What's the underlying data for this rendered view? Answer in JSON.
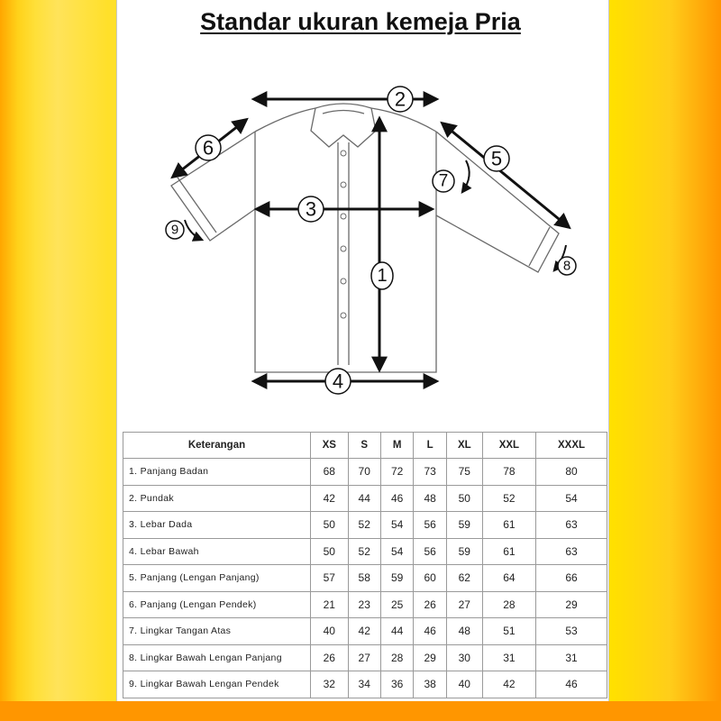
{
  "title": "Standar ukuran kemeja Pria",
  "markers": [
    "1",
    "2",
    "3",
    "4",
    "5",
    "6",
    "7",
    "8",
    "9"
  ],
  "table": {
    "header_label": "Keterangan",
    "sizes": [
      "XS",
      "S",
      "M",
      "L",
      "XL",
      "XXL",
      "XXXL"
    ],
    "rows": [
      {
        "label": "1. Panjang Badan",
        "values": [
          "68",
          "70",
          "72",
          "73",
          "75",
          "78",
          "80"
        ]
      },
      {
        "label": "2. Pundak",
        "values": [
          "42",
          "44",
          "46",
          "48",
          "50",
          "52",
          "54"
        ]
      },
      {
        "label": "3. Lebar Dada",
        "values": [
          "50",
          "52",
          "54",
          "56",
          "59",
          "61",
          "63"
        ]
      },
      {
        "label": "4. Lebar Bawah",
        "values": [
          "50",
          "52",
          "54",
          "56",
          "59",
          "61",
          "63"
        ]
      },
      {
        "label": "5. Panjang (Lengan Panjang)",
        "values": [
          "57",
          "58",
          "59",
          "60",
          "62",
          "64",
          "66"
        ]
      },
      {
        "label": "6. Panjang (Lengan Pendek)",
        "values": [
          "21",
          "23",
          "25",
          "26",
          "27",
          "28",
          "29"
        ]
      },
      {
        "label": "7. Lingkar Tangan Atas",
        "values": [
          "40",
          "42",
          "44",
          "46",
          "48",
          "51",
          "53"
        ]
      },
      {
        "label": "8. Lingkar Bawah Lengan Panjang",
        "values": [
          "26",
          "27",
          "28",
          "29",
          "30",
          "31",
          "31"
        ]
      },
      {
        "label": "9. Lingkar Bawah Lengan Pendek",
        "values": [
          "32",
          "34",
          "36",
          "38",
          "40",
          "42",
          "46"
        ]
      }
    ]
  }
}
